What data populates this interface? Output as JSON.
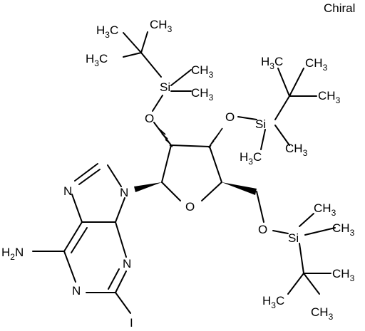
{
  "chiral_label": "Chiral",
  "atoms": {
    "methyl": "H",
    "methyl_c": "C",
    "methyl_sub": "3",
    "methyl_r": "CH",
    "si": "Si",
    "o": "O",
    "n": "N",
    "h2n": "H",
    "h2n_sub": "2",
    "h2n_n": "N",
    "iodo": "I"
  }
}
